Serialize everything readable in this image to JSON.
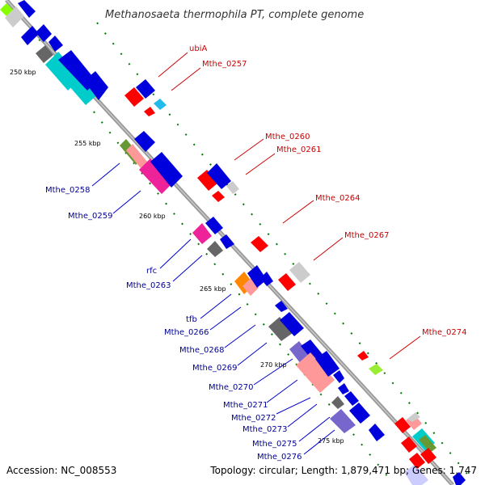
{
  "title": "Methanosaeta thermophila PT, complete genome",
  "footer": {
    "accession": "Accession: NC_008553",
    "topology": "Topology: circular; Length: 1,879,471 bp; Genes: 1,747"
  },
  "ticks": [
    "250 kbp",
    "255 kbp",
    "260 kbp",
    "265 kbp",
    "270 kbp",
    "275 kbp"
  ],
  "labels_outer": [
    "ubiA",
    "Mthe_0257",
    "Mthe_0260",
    "Mthe_0261",
    "Mthe_0264",
    "Mthe_0267",
    "Mthe_0274"
  ],
  "labels_inner": [
    "Mthe_0258",
    "Mthe_0259",
    "rfc",
    "Mthe_0263",
    "tfb",
    "Mthe_0266",
    "Mthe_0268",
    "Mthe_0269",
    "Mthe_0270",
    "Mthe_0271",
    "Mthe_0272",
    "Mthe_0273",
    "Mthe_0275",
    "Mthe_0276"
  ],
  "colors": {
    "outer_label": "#cc0000",
    "inner_label": "#000099",
    "backbone": "#999999",
    "gc_dots": "#007700"
  }
}
